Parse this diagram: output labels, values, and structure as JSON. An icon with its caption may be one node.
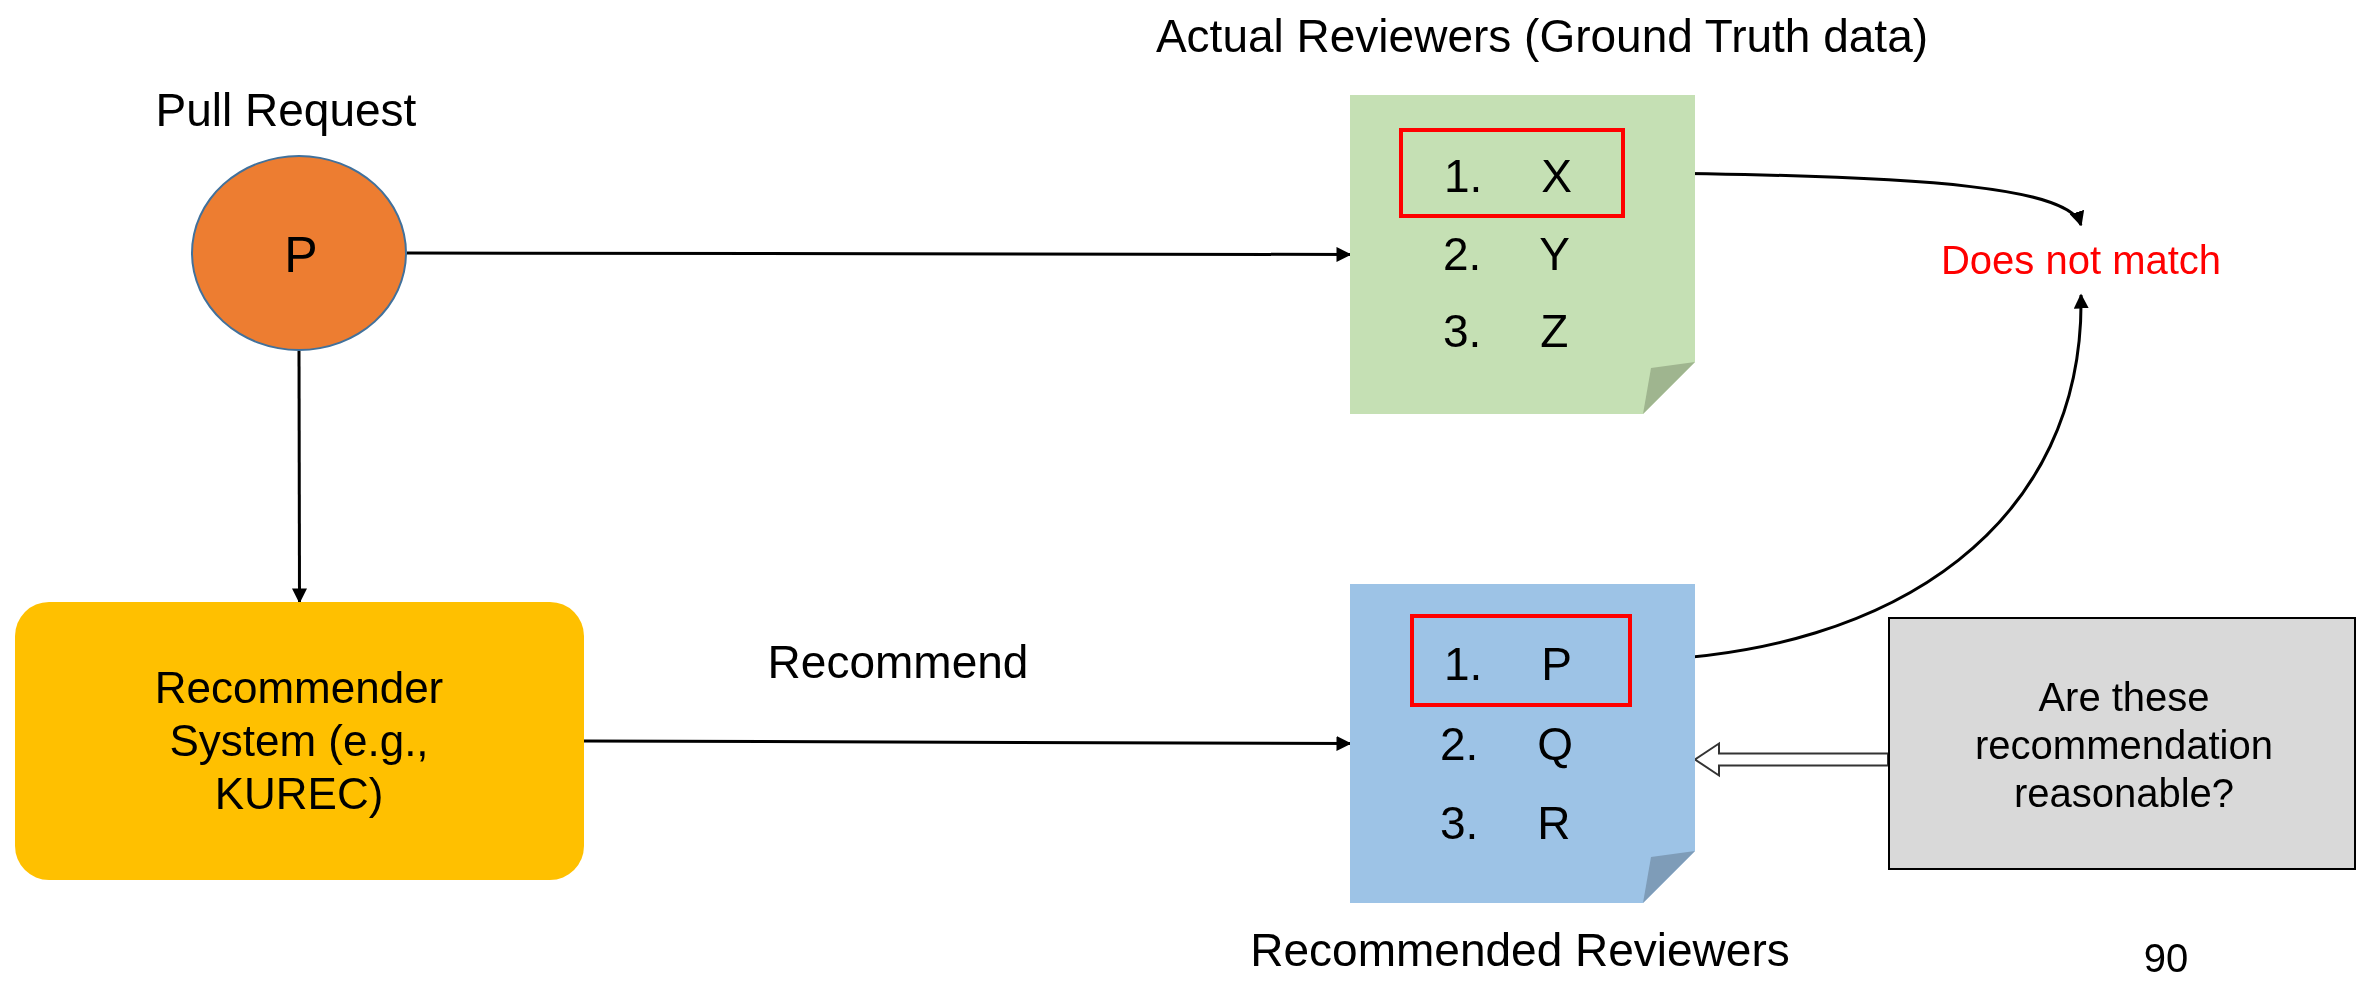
{
  "diagram": {
    "nodes": [
      {
        "text": [
          "P"
        ],
        "beside": [
          "Pull Request"
        ]
      },
      {
        "text": [
          "2. Y",
          "3. Z"
        ],
        "beside": [
          "Actual Reviewers (Ground Truth data)"
        ]
      },
      {
        "text": [
          "1. X"
        ],
        "in": 1
      },
      {
        "text": [
          "Does not match"
        ]
      },
      {
        "text": [
          "Recommender System (e.g., KUREC)"
        ]
      },
      {
        "text": [
          "2. Q",
          "3. R"
        ],
        "beside": [
          "Recommended Reviewers"
        ]
      },
      {
        "text": [
          "1. P"
        ],
        "in": 5
      },
      {
        "text": [
          "Are these recommendation reasonable?"
        ]
      }
    ],
    "edges": [
      {
        "from": 0,
        "to": 1,
        "arrow": "to"
      },
      {
        "from": 0,
        "to": 4,
        "arrow": "to"
      },
      {
        "from": 4,
        "to": 5,
        "arrow": "to",
        "label": "Recommend"
      },
      {
        "from": 2,
        "to": 3,
        "arrow": "to"
      },
      {
        "from": 6,
        "to": 3,
        "arrow": "to"
      },
      {
        "from": 7,
        "to": 5,
        "arrow": "to",
        "style": "thick"
      }
    ],
    "labels": [
      "90"
    ]
  }
}
